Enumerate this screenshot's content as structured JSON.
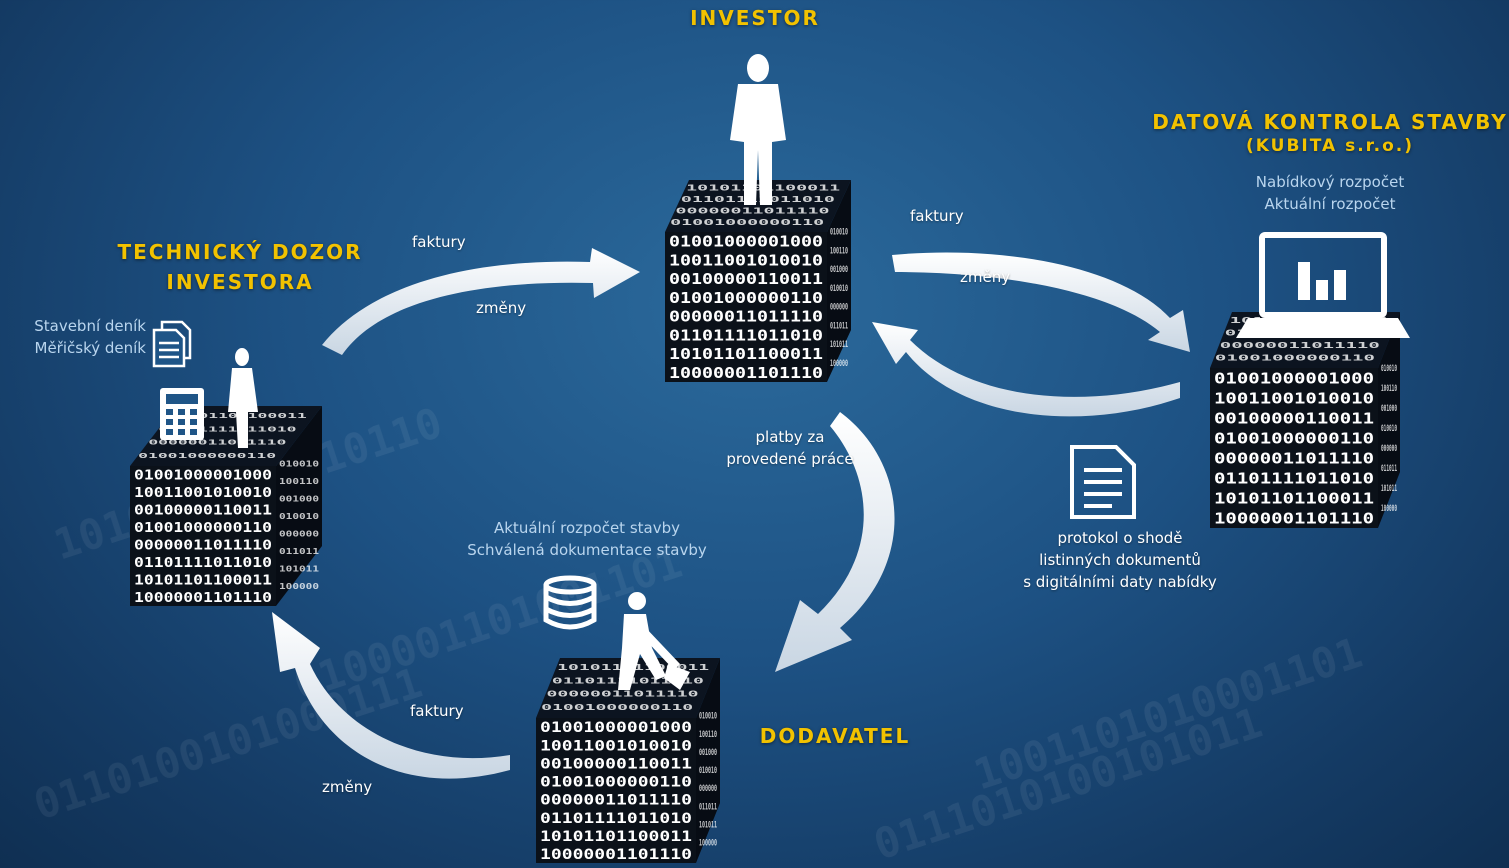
{
  "nodes": {
    "investor": {
      "title": "INVESTOR"
    },
    "kubita": {
      "title_line1": "DATOVÁ KONTROLA STAVBY",
      "title_line2": "(KUBITA s.r.o.)",
      "note_line1": "Nabídkový rozpočet",
      "note_line2": "Aktuální rozpočet"
    },
    "dozor": {
      "title_line1": "TECHNICKÝ DOZOR",
      "title_line2": "INVESTORA",
      "note_line1": "Stavební deník",
      "note_line2": "Měřičský deník"
    },
    "dodavatel": {
      "title": "DODAVATEL",
      "note_line1": "Aktuální rozpočet stavby",
      "note_line2": "Schválená dokumentace stavby"
    }
  },
  "flows": {
    "dozor_investor_top": "faktury",
    "dozor_investor_bottom": "změny",
    "investor_kubita_top": "faktury",
    "investor_kubita_bottom": "změny",
    "investor_dodavatel_line1": "platby za",
    "investor_dodavatel_line2": "provedené práce",
    "dodavatel_dozor_top": "faktury",
    "dodavatel_dozor_bottom": "změny"
  },
  "protocol": {
    "line1": "protokol o shodě",
    "line2": "listinných dokumentů",
    "line3": "s digitálními daty nabídky"
  },
  "cube_rows": [
    "01001000001000",
    "10011001010010",
    "00100000110011",
    "01001000000110",
    "00000011011110",
    "01101111011010",
    "10101101100011",
    "10000001101110"
  ],
  "colors": {
    "title": "#f2c200",
    "note": "#b9d5ee",
    "arrow": "#e8eef5",
    "highlight_bit": "#2e86d8"
  },
  "icons": [
    "person-icon",
    "chart-monitor-icon",
    "documents-icon",
    "calculator-icon",
    "database-icon",
    "worker-icon",
    "document-icon"
  ]
}
